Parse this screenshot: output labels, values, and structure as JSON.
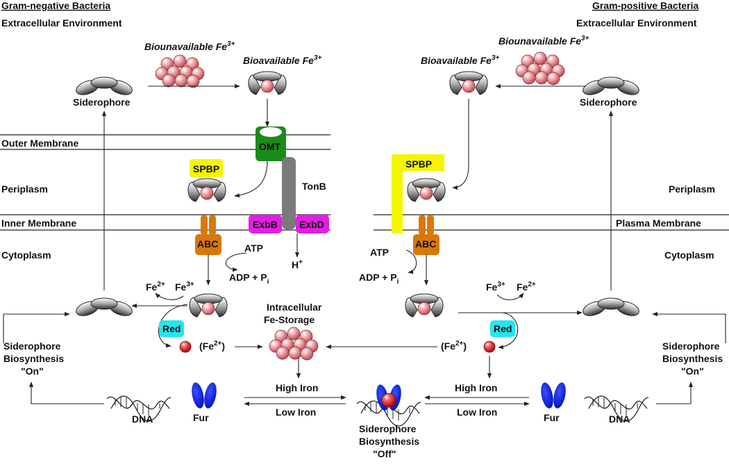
{
  "colors": {
    "spbp_yellow": "#f5f500",
    "omt_green": "#1a8c1a",
    "tonb_gray": "#7a7a7a",
    "exb_magenta": "#e21ee2",
    "abc_orange": "#d9780a",
    "red_cyan": "#22e6f0",
    "fur_blue": "#0a18e6",
    "iron_pink": "#e48a90"
  },
  "left": {
    "title": "Gram-negative Bacteria",
    "environment": "Extracellular Environment",
    "bio_unavailable": "Biounavailable Fe",
    "bio_available": "Bioavailable Fe",
    "siderophore": "Siderophore",
    "outer_membrane": "Outer Membrane",
    "periplasm": "Periplasm",
    "inner_membrane": "Inner Membrane",
    "cytoplasm": "Cytoplasm",
    "omt": "OMT",
    "spbp": "SPBP",
    "tonb": "TonB",
    "exbb": "ExbB",
    "exbd": "ExbD",
    "abc": "ABC",
    "atp": "ATP",
    "adp": "ADP + P",
    "proton": "H",
    "fe2": "Fe",
    "fe3": "Fe",
    "red": "Red",
    "fe2_paren": "(Fe",
    "biosynthesis_on": [
      "Siderophore",
      "Biosynthesis",
      "\"On\""
    ],
    "dna": "DNA",
    "fur": "Fur"
  },
  "right": {
    "title": "Gram-positive Bacteria",
    "environment": "Extracellular Environment",
    "bio_unavailable": "Biounavailable Fe",
    "bio_available": "Bioavailable Fe",
    "siderophore": "Siderophore",
    "periplasm": "Periplasm",
    "plasma_membrane": "Plasma Membrane",
    "cytoplasm": "Cytoplasm",
    "spbp": "SPBP",
    "abc": "ABC",
    "atp": "ATP",
    "adp": "ADP + P",
    "fe3": "Fe",
    "fe2": "Fe",
    "red": "Red",
    "fe2_paren": "(Fe",
    "biosynthesis_on": [
      "Siderophore",
      "Biosynthesis",
      "\"On\""
    ],
    "dna": "DNA",
    "fur": "Fur"
  },
  "center": {
    "storage": [
      "Intracellular",
      "Fe-Storage"
    ],
    "high_iron_left": "High Iron",
    "low_iron_left": "Low Iron",
    "high_iron_right": "High Iron",
    "low_iron_right": "Low Iron",
    "biosynthesis_off": [
      "Siderophore",
      "Biosynthesis",
      "\"Off\""
    ]
  },
  "superscripts": {
    "fe3": "3+",
    "fe2": "2+",
    "proton": "+",
    "pi": "i"
  },
  "closings": {
    "paren": ")"
  }
}
